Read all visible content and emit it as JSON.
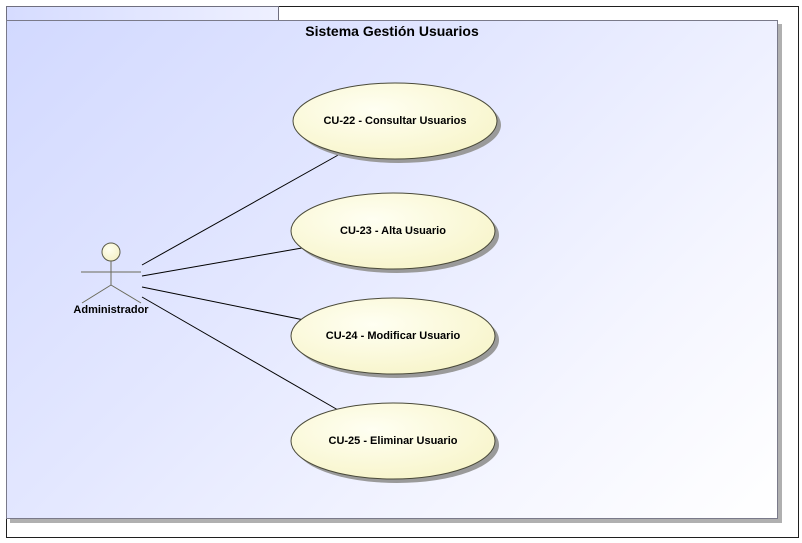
{
  "system": {
    "title": "Sistema Gestión Usuarios"
  },
  "actor": {
    "name": "Administrador"
  },
  "use_cases": [
    {
      "label": "CU-22 - Consultar Usuarios"
    },
    {
      "label": "CU-23 - Alta Usuario"
    },
    {
      "label": "CU-24 - Modificar Usuario"
    },
    {
      "label": "CU-25 - Eliminar Usuario"
    }
  ],
  "colors": {
    "boundary_fill_start": "#d2d9ff",
    "usecase_fill": "#fefde0",
    "line": "#000000"
  }
}
